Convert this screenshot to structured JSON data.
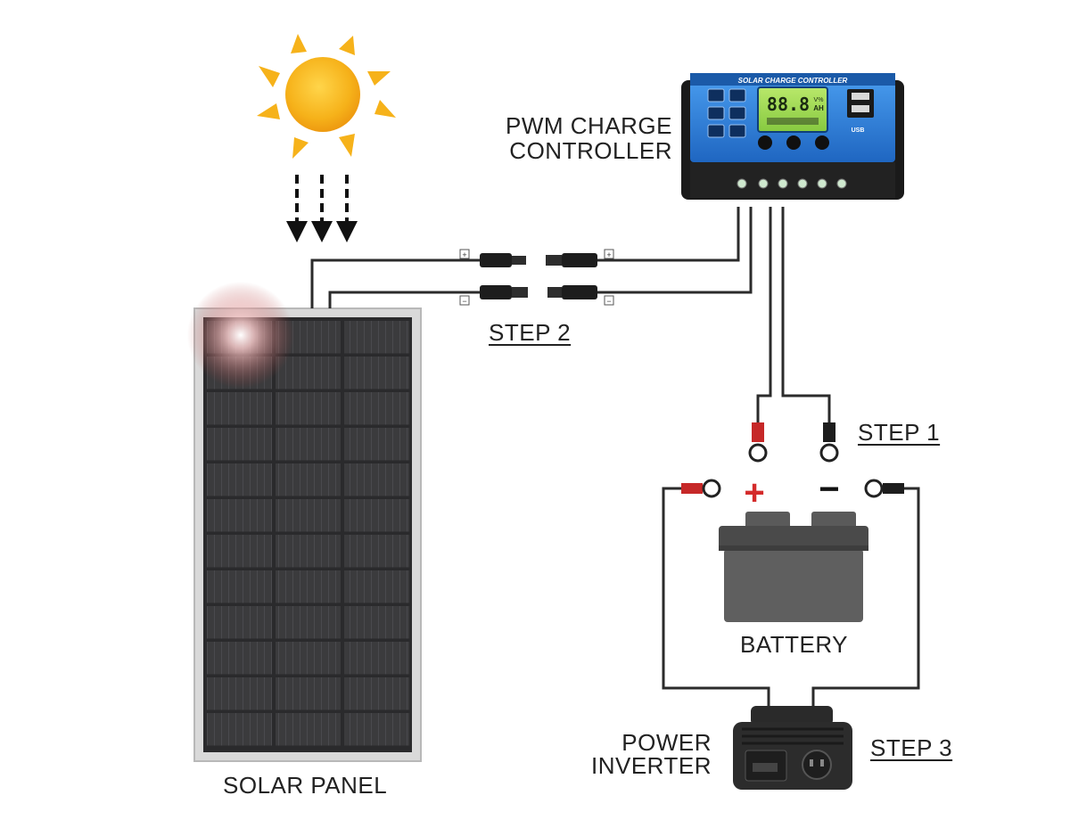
{
  "labels": {
    "charge_controller_line1": "PWM CHARGE",
    "charge_controller_line2": "CONTROLLER",
    "step_1": "STEP 1",
    "step_2": "STEP 2",
    "step_3": "STEP 3",
    "battery": "BATTERY",
    "power_inverter_line1": "POWER",
    "power_inverter_line2": "INVERTER",
    "solar_panel": "SOLAR PANEL"
  },
  "controller": {
    "header_text": "SOLAR CHARGE CONTROLLER",
    "display_value": "88.8",
    "display_unit_top": "V%",
    "display_unit_bottom": "AH",
    "usb_label": "USB"
  },
  "connector_polarity": {
    "positive": "+",
    "negative": "−"
  },
  "battery_terminals": {
    "positive": "+",
    "negative": "−"
  },
  "colors": {
    "controller_blue": "#2f7fd6",
    "battery_gray": "#5a5a5a",
    "positive_red": "#d42b2b",
    "sun_yellow": "#f6b21a",
    "wire": "#2b2b2b"
  },
  "icons": [
    "sun-icon",
    "sunlight-arrows-icon",
    "mc4-connector-icon",
    "ring-terminal-icon"
  ]
}
